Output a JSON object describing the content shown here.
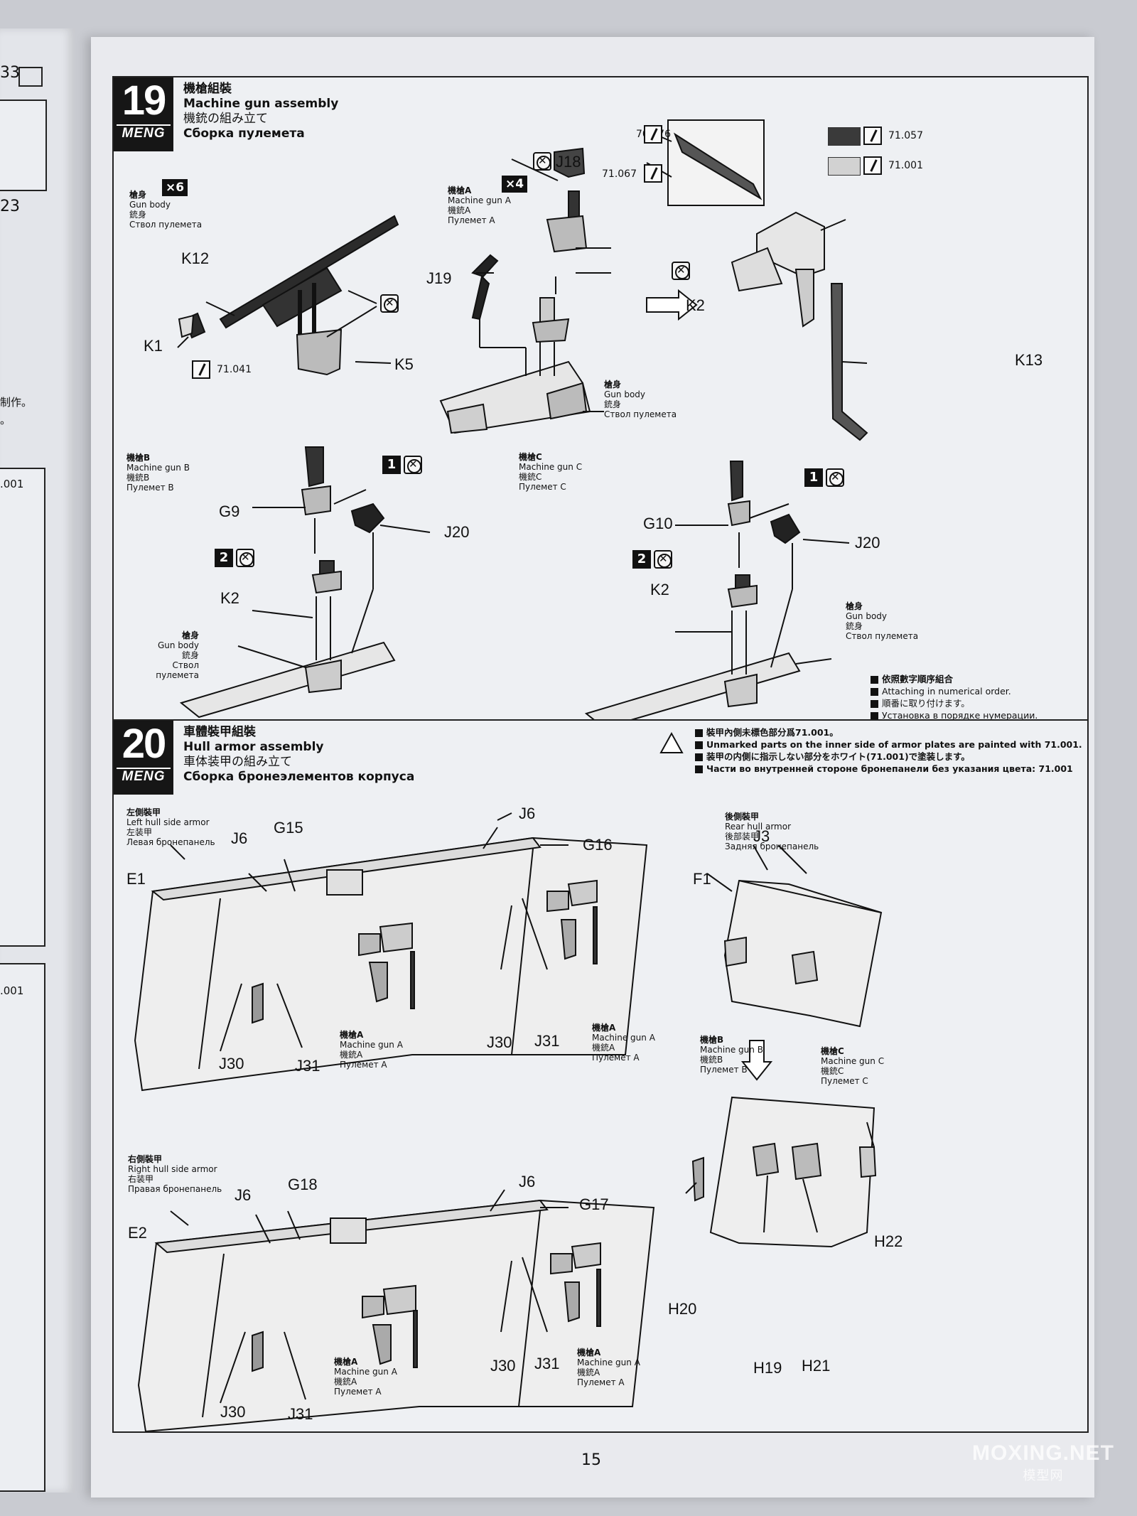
{
  "left_page": {
    "top_number": "33",
    "mid_number": "23",
    "text_fragment": "制作。",
    "text_fragment2": "。",
    "paint_code_1": ".001",
    "paint_code_2": ".001"
  },
  "step19": {
    "number": "19",
    "brand": "MENG",
    "title_zh": "機槍組裝",
    "title_en": "Machine gun assembly",
    "title_jp": "機銃の組み立て",
    "title_ru": "Сборка пулемета",
    "paint_legend": [
      {
        "code": "70.976"
      },
      {
        "code": "71.067"
      }
    ],
    "swatches": [
      {
        "code": "71.057",
        "color": "#3a3a3a"
      },
      {
        "code": "71.001",
        "color": "#d2d2d2"
      }
    ],
    "gun_body_cap": {
      "zh": "槍身",
      "en": "Gun body",
      "jp": "銃身",
      "ru": "Ствол пулемета",
      "qty": "×6"
    },
    "mg_a_cap": {
      "zh": "機槍A",
      "en": "Machine gun A",
      "jp": "機銃A",
      "ru": "Пулемет A",
      "qty": "×4"
    },
    "mg_b_cap": {
      "zh": "機槍B",
      "en": "Machine gun B",
      "jp": "機銃B",
      "ru": "Пулемет B"
    },
    "mg_c_cap": {
      "zh": "機槍C",
      "en": "Machine gun C",
      "jp": "機銃C",
      "ru": "Пулемет C"
    },
    "gun_body_small": {
      "zh": "槍身",
      "en": "Gun body",
      "jp": "銃身",
      "ru": "Ствол пулемета"
    },
    "parts": {
      "k12": "K12",
      "k1": "K1",
      "k5": "K5",
      "k2a": "K2",
      "k13": "K13",
      "j18": "J18",
      "j19": "J19",
      "g9": "G9",
      "j20a": "J20",
      "k2b": "K2",
      "g10": "G10",
      "j20b": "J20",
      "k2c": "K2"
    },
    "k1_paint": "71.041",
    "order_numbers": [
      "1",
      "2"
    ],
    "order_note": {
      "zh": "依照數字順序組合",
      "en": "Attaching in numerical order.",
      "jp": "順番に取り付けます。",
      "ru": "Установка в порядке нумерации."
    }
  },
  "step20": {
    "number": "20",
    "brand": "MENG",
    "title_zh": "車體裝甲組裝",
    "title_en": "Hull armor assembly",
    "title_jp": "車体装甲の組み立て",
    "title_ru": "Сборка бронеэлементов корпуса",
    "warning": {
      "zh": "裝甲內側未標色部分爲71.001。",
      "en": "Unmarked parts on the inner side of armor plates are painted with 71.001.",
      "jp": "装甲の内側に指示しない部分をホワイト(71.001)で塗装します。",
      "ru": "Части во внутренней стороне бронепанели без указания цвета: 71.001"
    },
    "left_armor": {
      "zh": "左側裝甲",
      "en": "Left hull side armor",
      "jp": "左装甲",
      "ru": "Левая бронепанель"
    },
    "right_armor": {
      "zh": "右側裝甲",
      "en": "Right hull side armor",
      "jp": "右装甲",
      "ru": "Правая бронепанель"
    },
    "rear_armor": {
      "zh": "後側裝甲",
      "en": "Rear hull armor",
      "jp": "後部装甲",
      "ru": "Задняя бронепанель"
    },
    "mg_a": {
      "zh": "機槍A",
      "en": "Machine gun A",
      "jp": "機銃A",
      "ru": "Пулемет A"
    },
    "mg_b": {
      "zh": "機槍B",
      "en": "Machine gun B",
      "jp": "機銃B",
      "ru": "Пулемет B"
    },
    "mg_c": {
      "zh": "機槍C",
      "en": "Machine gun C",
      "jp": "機銃C",
      "ru": "Пулемет C"
    },
    "parts": {
      "j6a": "J6",
      "g15": "G15",
      "e1": "E1",
      "j6b": "J6",
      "g16": "G16",
      "j30a": "J30",
      "j31a": "J31",
      "j30b": "J30",
      "j31b": "J31",
      "j3": "J3",
      "f1": "F1",
      "g18": "G18",
      "j6c": "J6",
      "e2": "E2",
      "j6d": "J6",
      "g17": "G17",
      "j30c": "J30",
      "j31c": "J31",
      "j30d": "J30",
      "j31d": "J31",
      "h22": "H22",
      "h20": "H20",
      "h19": "H19",
      "h21": "H21"
    }
  },
  "page_number": "15",
  "watermark": {
    "main": "MOXING.NET",
    "sub": "模型网"
  }
}
